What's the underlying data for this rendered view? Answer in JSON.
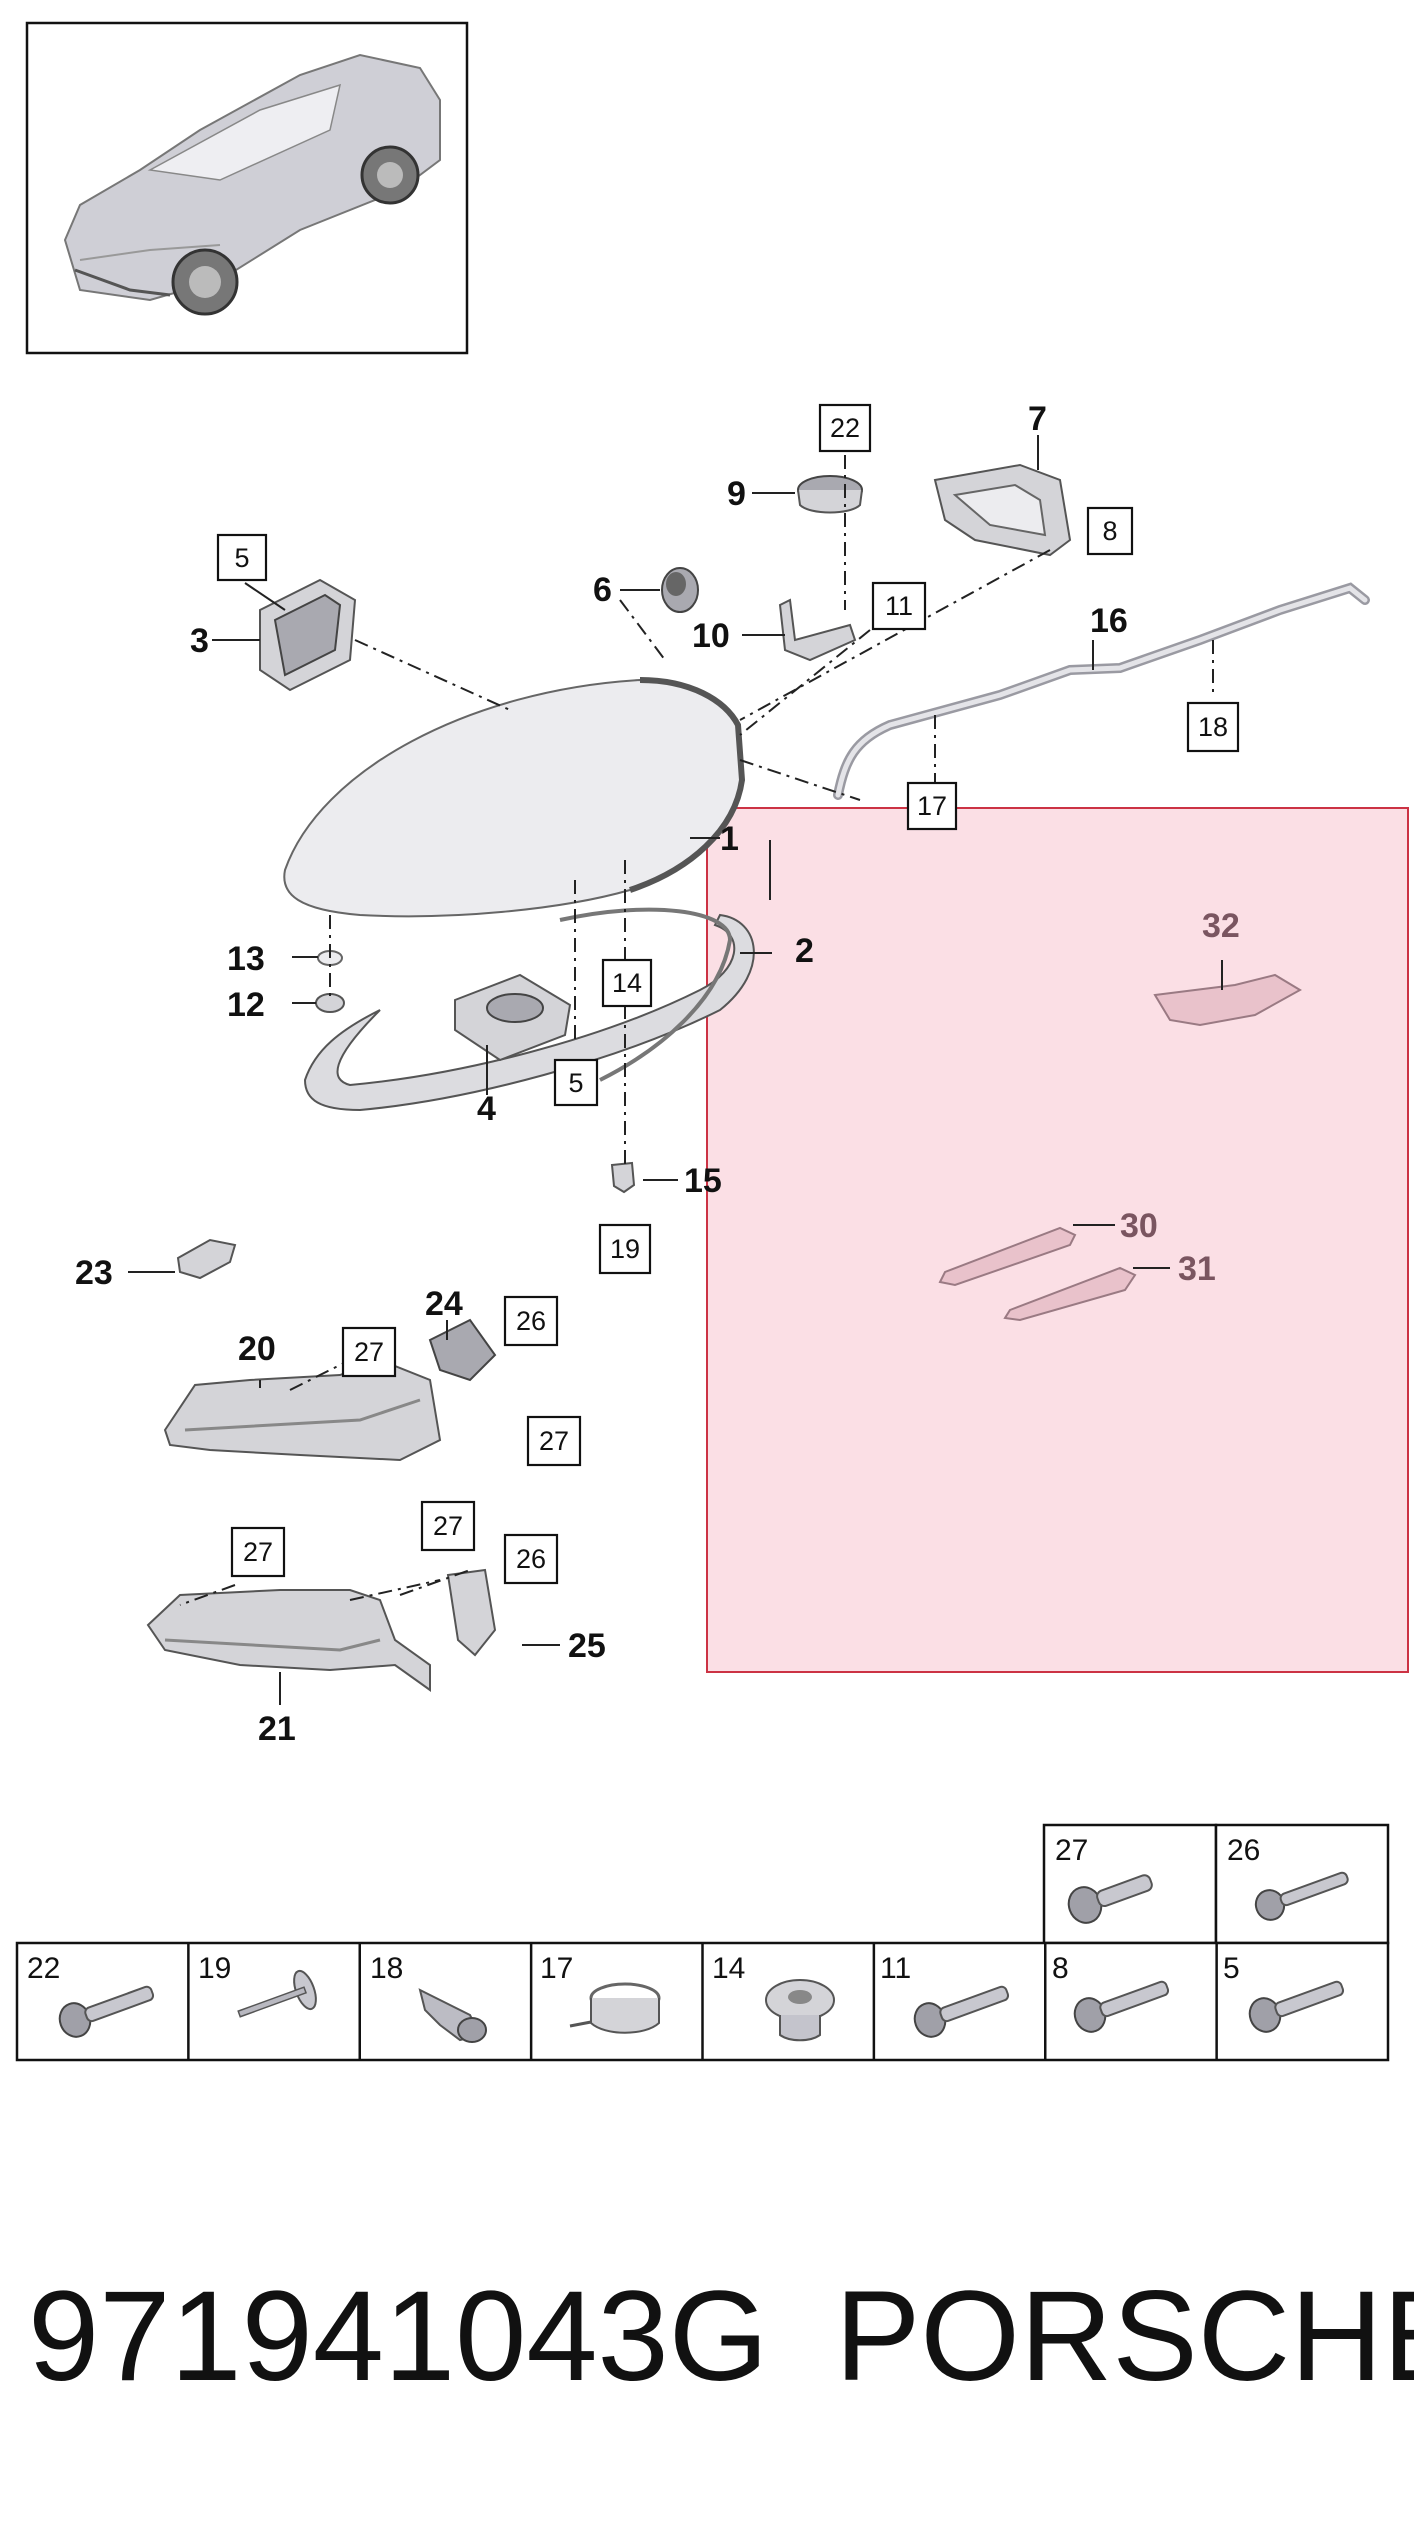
{
  "part_number": "971941043G",
  "brand": "PORSCHE",
  "callouts": {
    "c1": "1",
    "c2": "2",
    "c3": "3",
    "c4": "4",
    "c6": "6",
    "c7": "7",
    "c9": "9",
    "c10": "10",
    "c12": "12",
    "c13": "13",
    "c15": "15",
    "c16": "16",
    "c20": "20",
    "c21": "21",
    "c23": "23",
    "c24": "24",
    "c25": "25",
    "c30": "30",
    "c31": "31",
    "c32": "32"
  },
  "boxed_refs": {
    "b5a": "5",
    "b5b": "5",
    "b8": "8",
    "b11": "11",
    "b14": "14",
    "b17": "17",
    "b18": "18",
    "b19": "19",
    "b22": "22",
    "b26a": "26",
    "b26b": "26",
    "b27a": "27",
    "b27b": "27",
    "b27c": "27",
    "b27d": "27"
  },
  "fastener_table": {
    "top_row": [
      "27",
      "26"
    ],
    "bottom_row": [
      "22",
      "19",
      "18",
      "17",
      "14",
      "11",
      "8",
      "5"
    ]
  },
  "colors": {
    "highlight_fill": "#f9c9d4",
    "highlight_border": "#cc3344"
  }
}
